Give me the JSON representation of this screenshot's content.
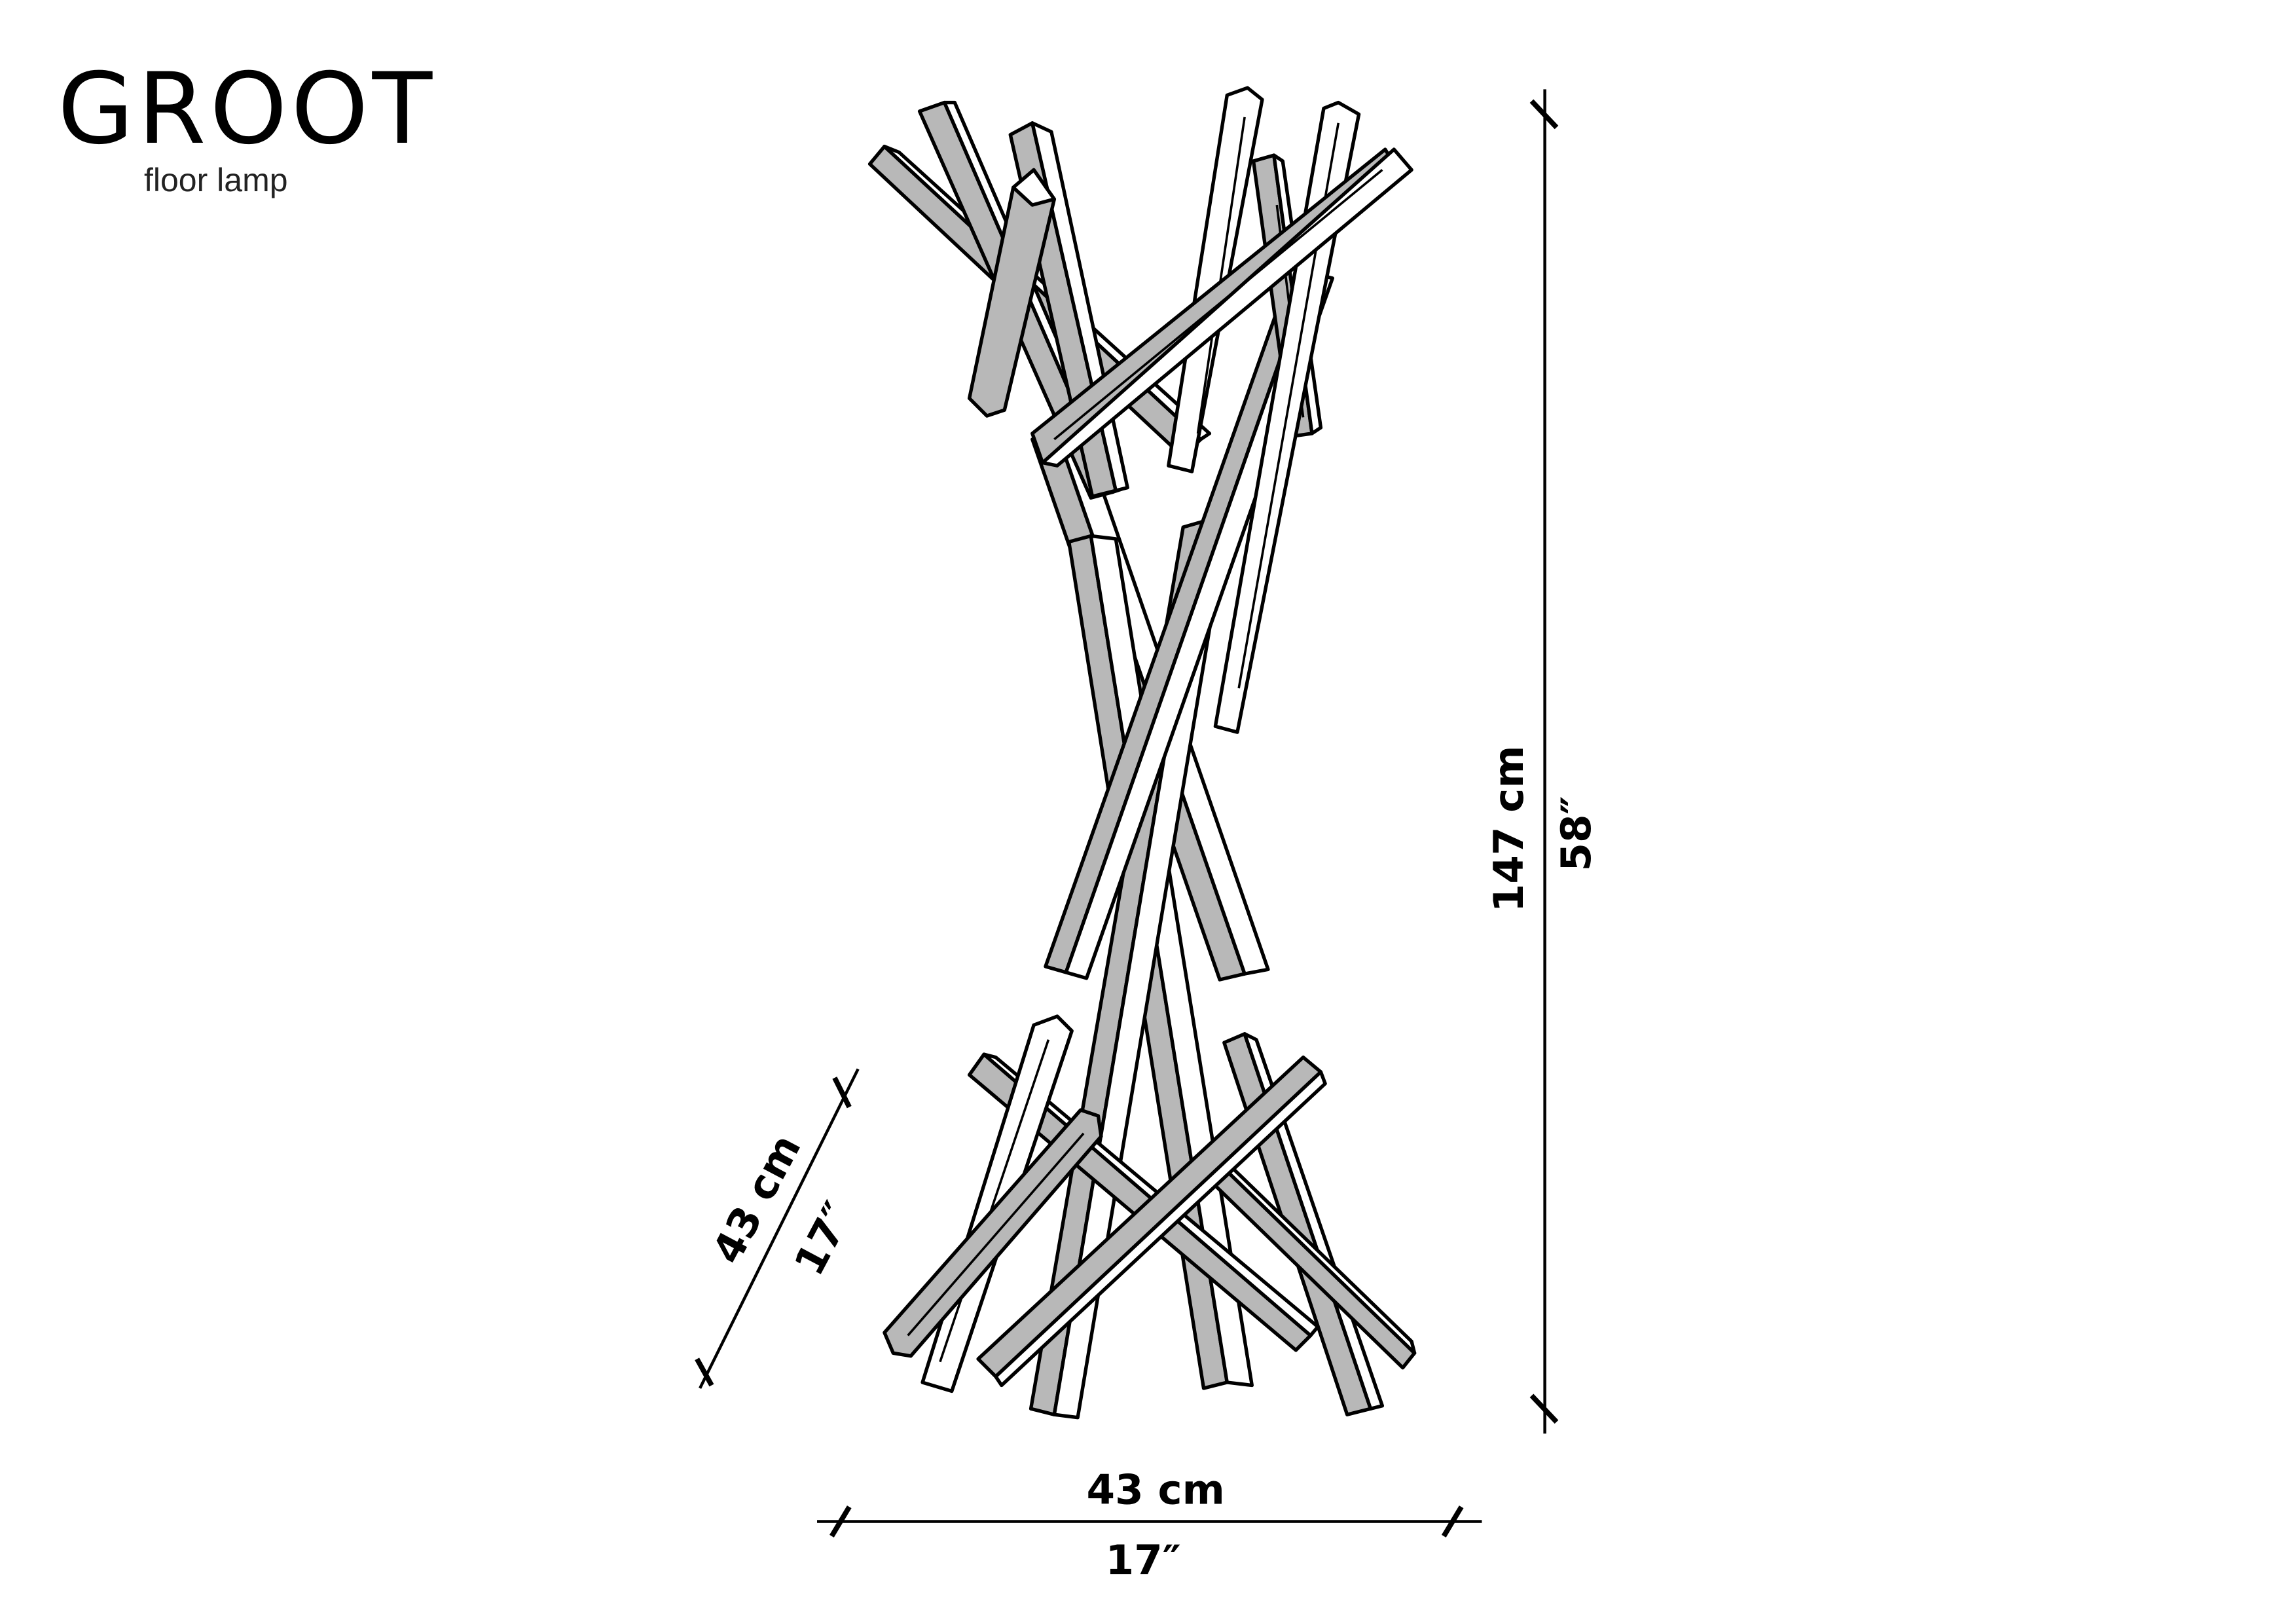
{
  "header": {
    "title": "GROOT",
    "subtitle": "floor lamp"
  },
  "dimensions": {
    "height": {
      "metric": "147 cm",
      "imperial": "58″"
    },
    "width": {
      "metric": "43 cm",
      "imperial": "17″"
    },
    "depth": {
      "metric": "43 cm",
      "imperial": "17″"
    }
  },
  "colors": {
    "line": "#000000",
    "shade": "#b8b8b8",
    "background": "#ffffff"
  }
}
